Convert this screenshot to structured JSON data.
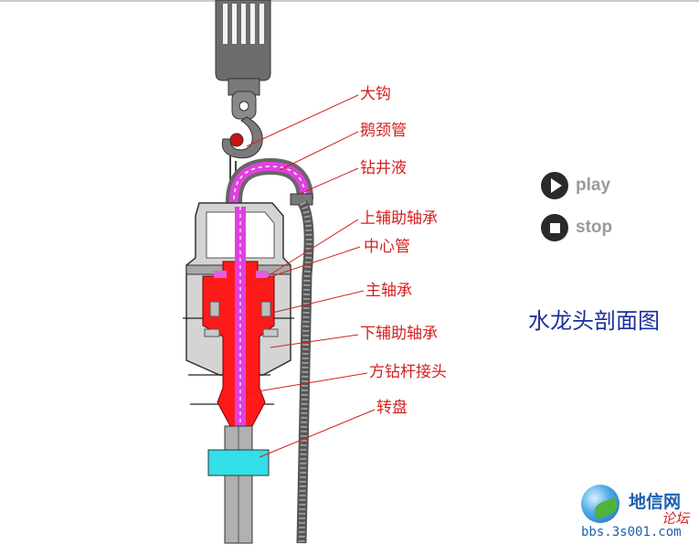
{
  "diagram": {
    "title": "水龙头剖面图",
    "labels": [
      {
        "id": "hook",
        "text": "大钩"
      },
      {
        "id": "gooseneck",
        "text": "鹅颈管"
      },
      {
        "id": "drilling-fluid",
        "text": "钻井液"
      },
      {
        "id": "upper-aux-bearing",
        "text": "上辅助轴承"
      },
      {
        "id": "center-pipe",
        "text": "中心管"
      },
      {
        "id": "main-bearing",
        "text": "主轴承"
      },
      {
        "id": "lower-aux-bearing",
        "text": "下辅助轴承"
      },
      {
        "id": "kelly-joint",
        "text": "方钻杆接头"
      },
      {
        "id": "rotary-table",
        "text": "转盘"
      }
    ],
    "colors": {
      "callout": "#d42020",
      "body_red": "#ff1a1a",
      "fluid_magenta": "#e040e0",
      "housing_gray": "#9e9e9e",
      "turntable_cyan": "#33dfe8",
      "title_blue": "#1c2f9c"
    }
  },
  "controls": {
    "play_label": "play",
    "stop_label": "stop"
  },
  "watermark": {
    "brand": "地信网",
    "sub": "论坛",
    "url": "bbs.3s001.com"
  }
}
